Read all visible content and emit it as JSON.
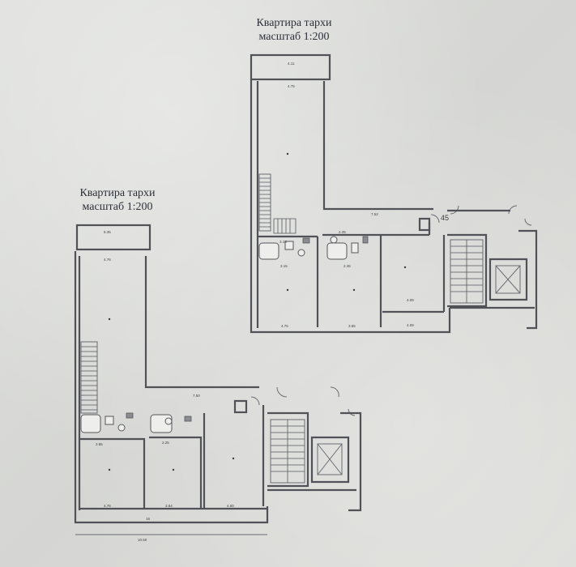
{
  "captions": [
    {
      "title": "Квартира тархи",
      "scale": "масштаб 1:200"
    },
    {
      "title": "Квартира тархи",
      "scale": "масштаб 1:200"
    }
  ],
  "upper_plan": {
    "door_number": "45",
    "dims": [
      "4.11",
      "4.75",
      "7.52",
      "3.15",
      "2.25",
      "3.15",
      "2.45",
      "4.75",
      "3.55",
      "4.09",
      "4.09"
    ]
  },
  "lower_plan": {
    "dims": [
      "5.35",
      "4.76",
      "7.50",
      "2.85",
      "2.25",
      "4.76",
      "3.54",
      "4.50",
      "15",
      "10.50"
    ]
  },
  "colors": {
    "paper": "#d9dad7",
    "line": "#505258",
    "text": "#2e3038"
  }
}
